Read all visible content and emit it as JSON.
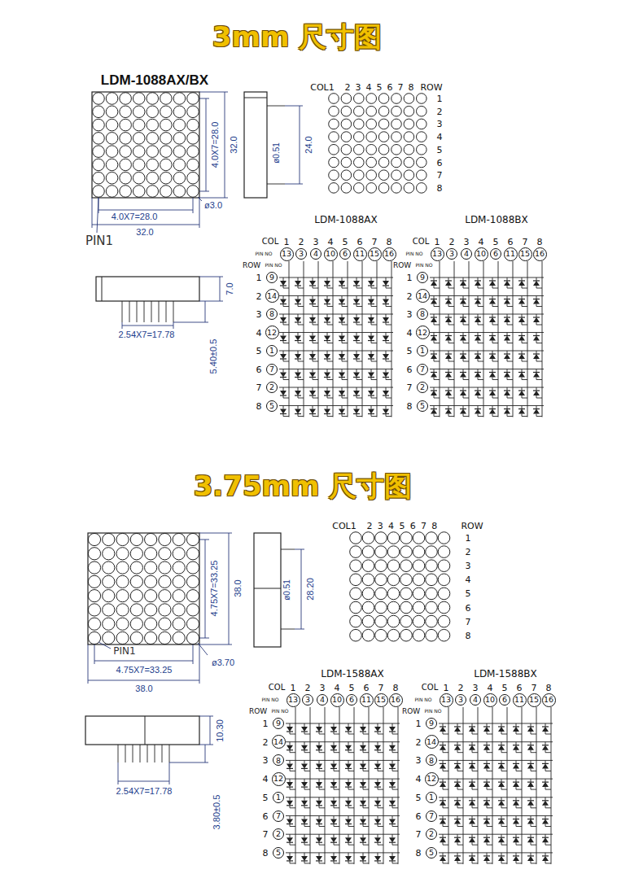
{
  "diagram": {
    "nodes": [
      {
        "text": [
          "13"
        ]
      },
      {
        "text": [
          "3"
        ]
      },
      {
        "text": [
          "4"
        ]
      },
      {
        "text": [
          "10"
        ]
      },
      {
        "text": [
          "6"
        ]
      },
      {
        "text": [
          "11"
        ]
      },
      {
        "text": [
          "15"
        ]
      },
      {
        "text": [
          "16"
        ]
      },
      {
        "text": [
          "9"
        ]
      },
      {
        "text": [
          "14"
        ]
      },
      {
        "text": [
          "8"
        ]
      },
      {
        "text": [
          "12"
        ]
      },
      {
        "text": [
          "1"
        ]
      },
      {
        "text": [
          "7"
        ]
      },
      {
        "text": [
          "2"
        ]
      },
      {
        "text": [
          "5"
        ]
      },
      {
        "text": [
          "13"
        ]
      },
      {
        "text": [
          "3"
        ]
      },
      {
        "text": [
          "4"
        ]
      },
      {
        "text": [
          "10"
        ]
      },
      {
        "text": [
          "6"
        ]
      },
      {
        "text": [
          "11"
        ]
      },
      {
        "text": [
          "15"
        ]
      },
      {
        "text": [
          "16"
        ]
      },
      {
        "text": [
          "9"
        ]
      },
      {
        "text": [
          "14"
        ]
      },
      {
        "text": [
          "8"
        ]
      },
      {
        "text": [
          "12"
        ]
      },
      {
        "text": [
          "1"
        ]
      },
      {
        "text": [
          "7"
        ]
      },
      {
        "text": [
          "2"
        ]
      },
      {
        "text": [
          "5"
        ]
      },
      {
        "text": [
          "13"
        ]
      },
      {
        "text": [
          "3"
        ]
      },
      {
        "text": [
          "4"
        ]
      },
      {
        "text": [
          "10"
        ]
      },
      {
        "text": [
          "6"
        ]
      },
      {
        "text": [
          "11"
        ]
      },
      {
        "text": [
          "15"
        ]
      },
      {
        "text": [
          "16"
        ]
      },
      {
        "text": [
          "9"
        ]
      },
      {
        "text": [
          "14"
        ]
      },
      {
        "text": [
          "8"
        ]
      },
      {
        "text": [
          "12"
        ]
      },
      {
        "text": [
          "1"
        ]
      },
      {
        "text": [
          "7"
        ]
      },
      {
        "text": [
          "2"
        ]
      },
      {
        "text": [
          "5"
        ]
      },
      {
        "text": [
          "13"
        ]
      },
      {
        "text": [
          "3"
        ]
      },
      {
        "text": [
          "4"
        ]
      },
      {
        "text": [
          "10"
        ]
      },
      {
        "text": [
          "6"
        ]
      },
      {
        "text": [
          "11"
        ]
      },
      {
        "text": [
          "15"
        ]
      },
      {
        "text": [
          "16"
        ]
      },
      {
        "text": [
          "9"
        ]
      },
      {
        "text": [
          "14"
        ]
      },
      {
        "text": [
          "8"
        ]
      },
      {
        "text": [
          "12"
        ]
      },
      {
        "text": [
          "1"
        ]
      },
      {
        "text": [
          "7"
        ]
      },
      {
        "text": [
          "2"
        ]
      },
      {
        "text": [
          "5"
        ]
      }
    ],
    "labels": [
      "3mm 尺寸图",
      "LDM-1088AX/BX",
      "4.0X7=28.0",
      "32.0",
      "ø0.51",
      "24.0",
      "ø3.0",
      "4.0X7=28.0",
      "32.0",
      "PIN1",
      "7.0",
      "2.54X7=17.78",
      "5.40±0.5",
      "COL1",
      "2",
      "3",
      "4",
      "5",
      "6",
      "7",
      "8",
      "ROW",
      "1",
      "2",
      "3",
      "4",
      "5",
      "6",
      "7",
      "8",
      "LDM-1088AX",
      "COL",
      "1",
      "2",
      "3",
      "4",
      "5",
      "6",
      "7",
      "8",
      "PIN NO",
      "ROW",
      "PIN NO",
      "1",
      "2",
      "3",
      "4",
      "5",
      "6",
      "7",
      "8",
      "LDM-1088BX",
      "COL",
      "1",
      "2",
      "3",
      "4",
      "5",
      "6",
      "7",
      "8",
      "PIN NO",
      "ROW",
      "PIN NO",
      "1",
      "2",
      "3",
      "4",
      "5",
      "6",
      "7",
      "8",
      "3.75mm 尺寸图",
      "4.75X7=33.25",
      "38.0",
      "ø0.51",
      "28.20",
      "PIN1",
      "ø3.70",
      "4.75X7=33.25",
      "38.0",
      "10.30",
      "2.54X7=17.78",
      "3.80±0.5",
      "COL1",
      "2",
      "3",
      "4",
      "5",
      "6",
      "7",
      "8",
      "ROW",
      "1",
      "2",
      "3",
      "4",
      "5",
      "6",
      "7",
      "8",
      "LDM-1588AX",
      "COL",
      "1",
      "2",
      "3",
      "4",
      "5",
      "6",
      "7",
      "8",
      "PIN NO",
      "ROW",
      "PIN NO",
      "1",
      "2",
      "3",
      "4",
      "5",
      "6",
      "7",
      "8",
      "LDM-1588BX",
      "COL",
      "1",
      "2",
      "3",
      "4",
      "5",
      "6",
      "7",
      "8",
      "PIN NO",
      "ROW",
      "PIN NO",
      "1",
      "2",
      "3",
      "4",
      "5",
      "6",
      "7",
      "8"
    ]
  }
}
